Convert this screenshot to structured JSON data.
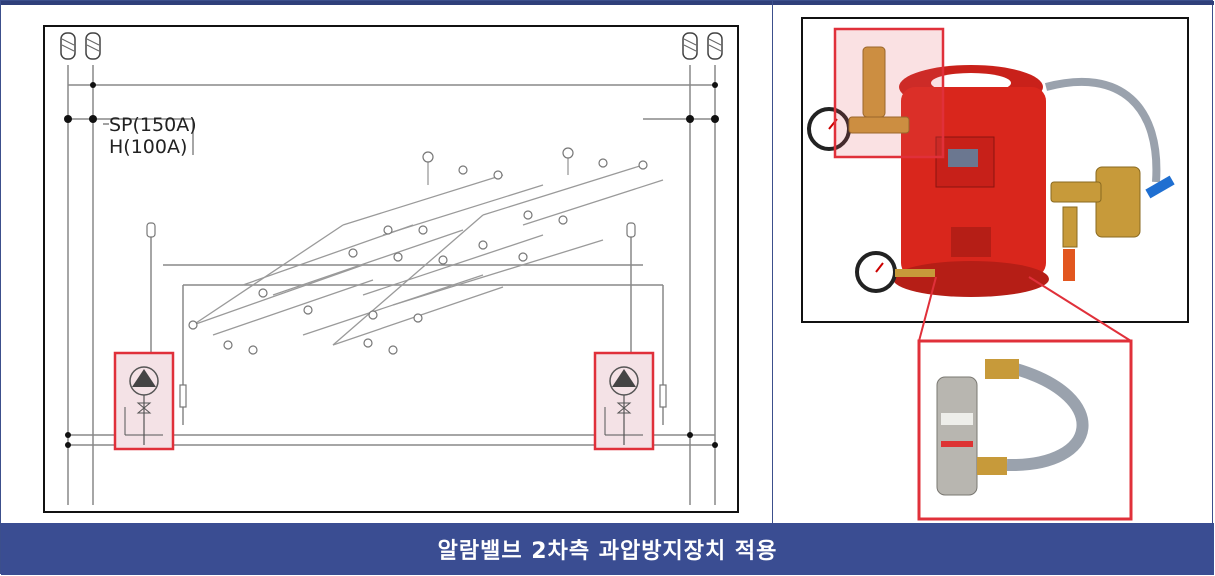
{
  "caption": "알람밸브 2차측 과압방지장치 적용",
  "schematic": {
    "label_sp": "SP(150A)",
    "label_h": "H(100A)"
  },
  "colors": {
    "caption_bg": "#3a4d92",
    "highlight_red": "#e0303a",
    "valve_red": "#d9261c",
    "brass": "#c79a3a"
  }
}
